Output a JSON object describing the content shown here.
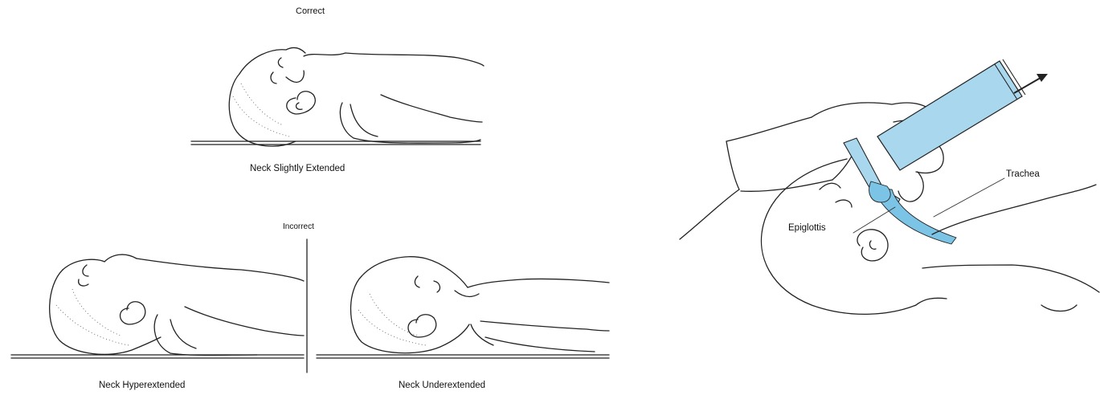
{
  "left_panel": {
    "correct_label": "Correct",
    "correct_caption": "Neck Slightly Extended",
    "incorrect_label": "Incorrect",
    "hyper_caption": "Neck Hyperextended",
    "under_caption": "Neck Underextended"
  },
  "right_panel": {
    "trachea_label": "Trachea",
    "epiglottis_label": "Epiglottis"
  },
  "colors": {
    "laryngoscope": "#a9d8ee",
    "airway": "#7cc4e6"
  }
}
